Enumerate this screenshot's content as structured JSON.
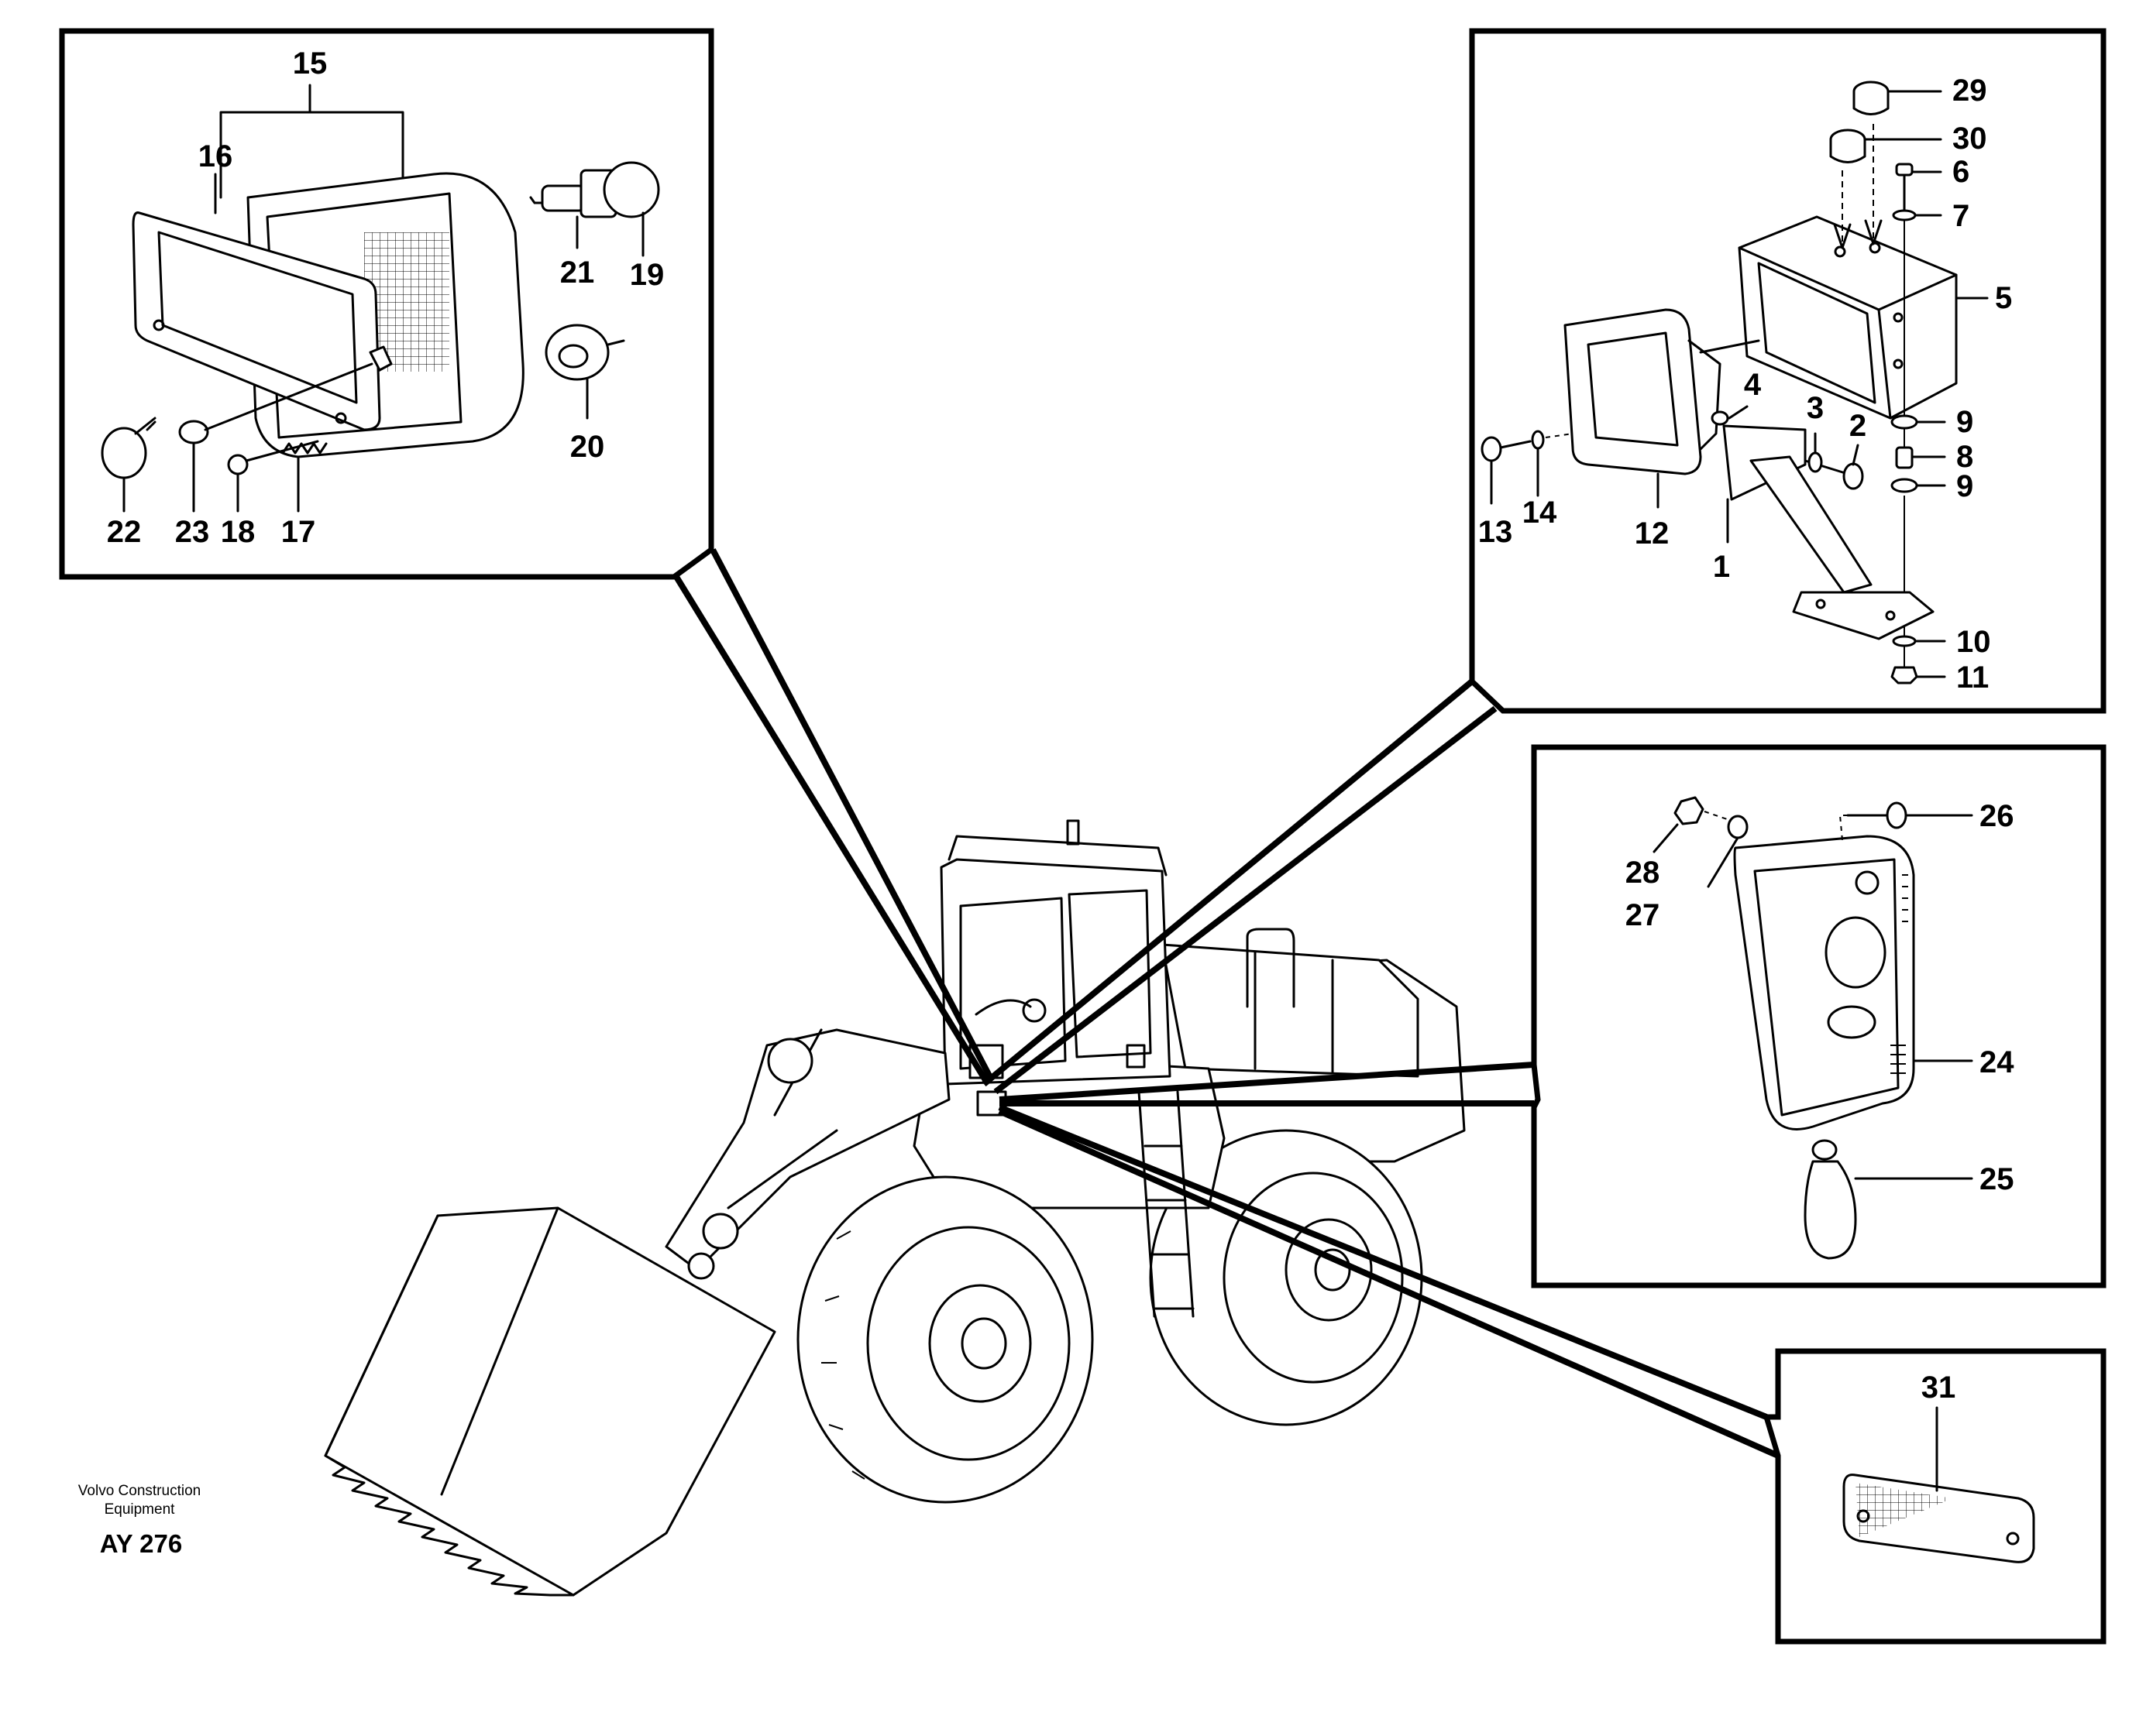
{
  "footer": {
    "company_line1": "Volvo Construction",
    "company_line2": "Equipment",
    "code": "AY 276"
  },
  "callouts": {
    "headlamp": {
      "n15": "15",
      "n16": "16",
      "n21": "21",
      "n19": "19",
      "n20": "20",
      "n22": "22",
      "n23": "23",
      "n18": "18",
      "n17": "17"
    },
    "bracket": {
      "n29": "29",
      "n30": "30",
      "n6": "6",
      "n7": "7",
      "n5": "5",
      "n4": "4",
      "n3": "3",
      "n2": "2",
      "n9a": "9",
      "n8": "8",
      "n9b": "9",
      "n13": "13",
      "n14": "14",
      "n12": "12",
      "n1": "1",
      "n10": "10",
      "n11": "11"
    },
    "side_lamp": {
      "n26": "26",
      "n28": "28",
      "n27": "27",
      "n24": "24",
      "n25": "25"
    },
    "reflector": {
      "n31": "31"
    }
  }
}
